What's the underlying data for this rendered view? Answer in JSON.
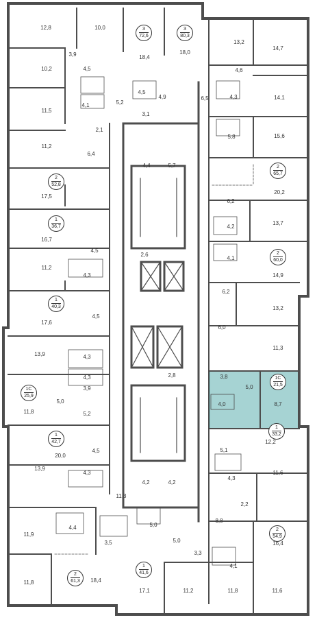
{
  "colors": {
    "wall": "#4d4d4d",
    "highlight": "#a6d3d3",
    "highlight_stroke": "#4f9c9c"
  },
  "apartments": [
    {
      "id": "a1",
      "rooms": "3",
      "area": "72,6"
    },
    {
      "id": "a2",
      "rooms": "3",
      "area": "80,3"
    },
    {
      "id": "a3",
      "rooms": "2",
      "area": "52,8"
    },
    {
      "id": "a4",
      "rooms": "2",
      "area": "65,7"
    },
    {
      "id": "a5",
      "rooms": "1",
      "area": "36,7"
    },
    {
      "id": "a6",
      "rooms": "2",
      "area": "60,0"
    },
    {
      "id": "a7",
      "rooms": "1",
      "area": "40,3"
    },
    {
      "id": "a8",
      "rooms": "1С",
      "area": "25,9"
    },
    {
      "id": "a9",
      "rooms": "1С",
      "area": "21,5"
    },
    {
      "id": "a10",
      "rooms": "1",
      "area": "33,2"
    },
    {
      "id": "a11",
      "rooms": "1",
      "area": "42,7"
    },
    {
      "id": "a12",
      "rooms": "2",
      "area": "54,9"
    },
    {
      "id": "a13",
      "rooms": "1",
      "area": "41,6"
    },
    {
      "id": "a14",
      "rooms": "2",
      "area": "61,3"
    }
  ],
  "room_areas": [
    "12,8",
    "10,0",
    "18,4",
    "18,0",
    "13,2",
    "14,7",
    "3,9",
    "10,2",
    "4,5",
    "4,6",
    "4,5",
    "4,9",
    "6,5",
    "4,3",
    "14,1",
    "11,5",
    "4,1",
    "5,2",
    "3,1",
    "2,1",
    "5,8",
    "15,6",
    "11,2",
    "6,4",
    "4,4",
    "5,7",
    "20,2",
    "17,5",
    "6,2",
    "4,2",
    "13,7",
    "16,7",
    "4,1",
    "4,5",
    "2,6",
    "14,9",
    "11,2",
    "4,3",
    "6,2",
    "13,2",
    "17,6",
    "6,0",
    "4,5",
    "11,3",
    "4,3",
    "13,9",
    "4,3",
    "2,8",
    "3,8",
    "5,0",
    "3,9",
    "4,0",
    "8,7",
    "11,8",
    "5,0",
    "5,2",
    "12,2",
    "20,0",
    "5,1",
    "4,5",
    "11,6",
    "13,9",
    "4,3",
    "4,3",
    "4,2",
    "4,2",
    "2,2",
    "11,3",
    "8,8",
    "11,9",
    "4,4",
    "5,0",
    "16,4",
    "3,5",
    "5,0",
    "3,3",
    "4,1",
    "11,8",
    "18,4",
    "17,1",
    "11,2",
    "11,8",
    "11,6"
  ]
}
